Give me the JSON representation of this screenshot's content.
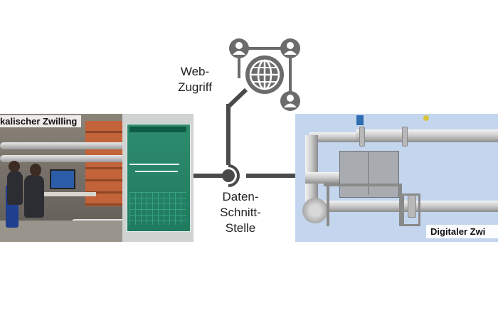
{
  "physical_twin": {
    "label": "kalischer Zwilling"
  },
  "digital_twin": {
    "label": "Digitaler Zwi"
  },
  "web_access": {
    "line1": "Web-",
    "line2": "Zugriff"
  },
  "data_interface": {
    "line1": "Daten-",
    "line2": "Schnitt-",
    "line3": "Stelle"
  },
  "icons": {
    "network": "globe-with-users-icon",
    "interface": "interface-node-icon"
  },
  "colors": {
    "connector": "#4a4a4a",
    "twin_background": "#c4d6ee"
  }
}
